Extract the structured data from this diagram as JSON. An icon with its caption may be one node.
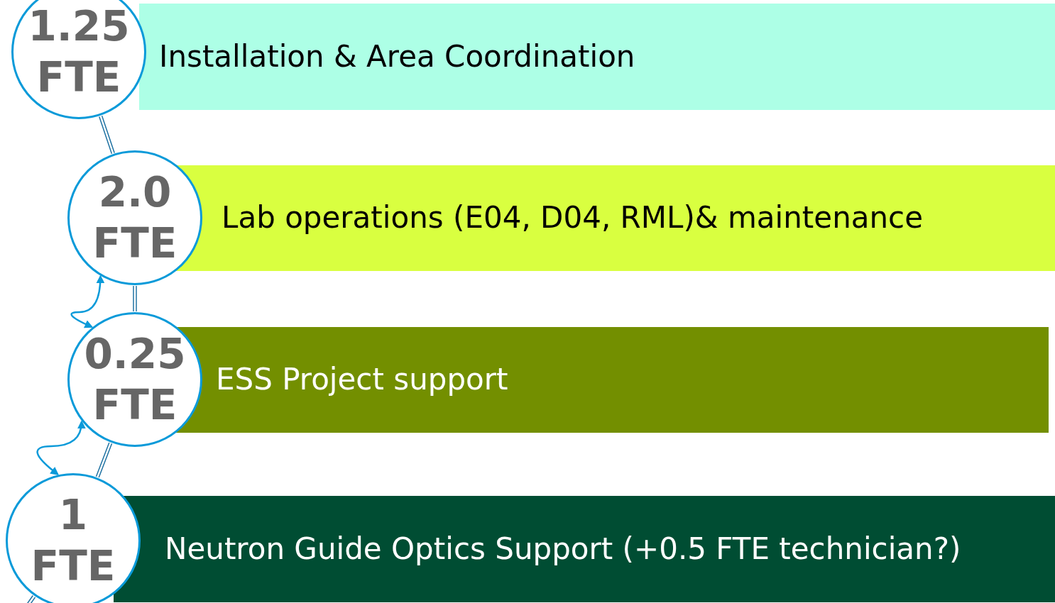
{
  "diagram": {
    "nodes": [
      {
        "text": [
          "1.25 FTE"
        ]
      },
      {
        "text": [
          "Installation & Area Coordination"
        ]
      },
      {
        "text": [
          "2.0 FTE"
        ]
      },
      {
        "text": [
          "Lab operations (E04, D04, RML)& maintenance"
        ]
      },
      {
        "text": [
          "0.25 FTE"
        ]
      },
      {
        "text": [
          "ESS Project support"
        ]
      },
      {
        "text": [
          "1 FTE"
        ]
      },
      {
        "text": [
          "Neutron Guide Optics Support (+0.5 FTE technician?)"
        ]
      }
    ],
    "edges": [
      {
        "from": 0,
        "to": 2,
        "arrow": "none"
      },
      {
        "from": 2,
        "to": 4,
        "arrow": "none"
      },
      {
        "from": 4,
        "to": 6,
        "arrow": "none"
      },
      {
        "from": 6,
        "to": null,
        "arrow": "none"
      },
      {
        "from": 2,
        "to": 4,
        "arrow": "both",
        "color": "#0a9ad9"
      },
      {
        "from": 4,
        "to": 6,
        "arrow": "both",
        "color": "#0a9ad9"
      }
    ]
  }
}
